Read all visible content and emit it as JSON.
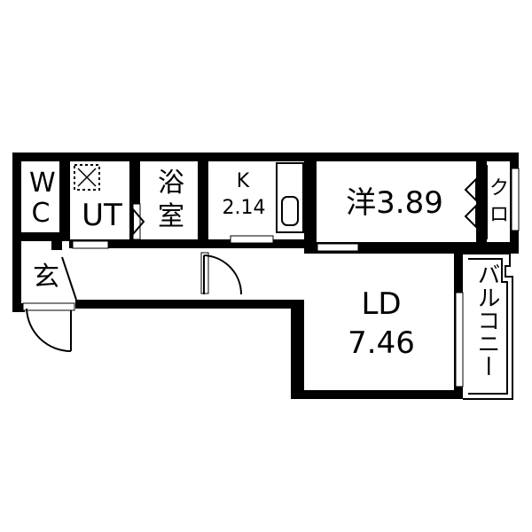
{
  "rooms": {
    "wc": {
      "label": "WC",
      "line1": "W",
      "line2": "C"
    },
    "ut": {
      "label": "UT"
    },
    "bath": {
      "line1": "浴",
      "line2": "室"
    },
    "kitchen": {
      "line1": "K",
      "line2": "2.14"
    },
    "western": {
      "label": "洋3.89"
    },
    "closet": {
      "line1": "ク",
      "line2": "ロ"
    },
    "entrance": {
      "label": "玄"
    },
    "ld": {
      "line1": "LD",
      "line2": "7.46"
    },
    "balcony": {
      "label": "バルコニー"
    }
  },
  "colors": {
    "wall": "#000000",
    "background": "#ffffff",
    "fixture_line": "#555555"
  },
  "icons": [
    "washer-drain-icon",
    "fridge-space-icon",
    "door-swing-icon",
    "closet-door-icon"
  ]
}
